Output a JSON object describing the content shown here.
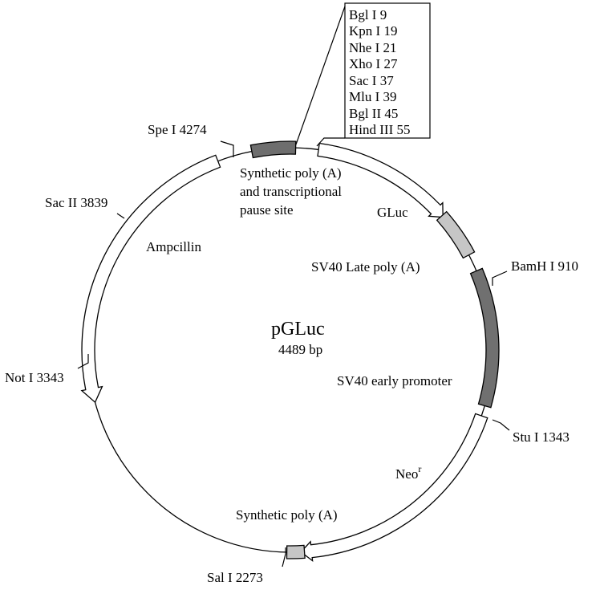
{
  "plasmid": {
    "name": "pGLuc",
    "size_label": "4489 bp"
  },
  "features": {
    "synthetic_poly_a_top": [
      "Synthetic poly (A)",
      "and transcriptional",
      "pause site"
    ],
    "gluc": "GLuc",
    "sv40_late_poly_a": "SV40 Late poly (A)",
    "sv40_early_promoter": "SV40 early promoter",
    "neo": "Neo",
    "neo_superscript": "r",
    "synthetic_poly_a_bottom": "Synthetic poly (A)",
    "ampicillin": "Ampcillin"
  },
  "sites": {
    "spe": "Spe I 4274",
    "sac2": "Sac II 3839",
    "not1": "Not I 3343",
    "bamh1": "BamH I 910",
    "stu1": "Stu I 1343",
    "sal1": "Sal I 2273"
  },
  "mcs": [
    "Bgl I 9",
    "Kpn I 19",
    "Nhe I 21",
    "Xho I 27",
    "Sac I 37",
    "Mlu I 39",
    "Bgl II 45",
    "Hind III 55"
  ],
  "colors": {
    "line": "#000000",
    "dark_block": "#6e6e6e",
    "promoter_block": "#707070",
    "light_block": "#c6c6c6",
    "arrow_fill": "#ffffff"
  }
}
